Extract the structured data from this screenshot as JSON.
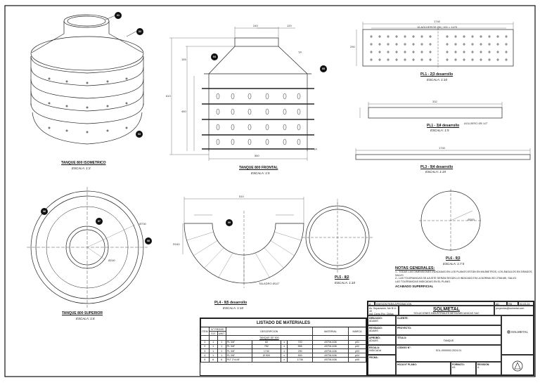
{
  "views": {
    "iso": {
      "title": "TANQUE 800 ISOMETRICO",
      "scale": "ESCALA: 1:3"
    },
    "front": {
      "title": "TANQUE 800 FRONTAL",
      "scale": "ESCALA: 1:5"
    },
    "top": {
      "title": "TANQUE 800 SUPERIOR",
      "scale": "ESCALA: 1:6"
    },
    "pl1": {
      "title": "PL1 - 2|3 desarrollo",
      "scale": "ESCALA: 1:10"
    },
    "pl2": {
      "title": "PL1 - 3|4 desarrollo",
      "scale": "ESCALA: 1:5"
    },
    "pl3": {
      "title": "PL3 - 9|4 desarrollo",
      "scale": "ESCALA: 1:15"
    },
    "pl4": {
      "title": "PL4 - 9|5 desarrollo",
      "scale": "ESCALA: 1:10"
    },
    "pl5": {
      "title": "PL5 - 8|2",
      "scale": "ESCALA: 1:10"
    },
    "pl6": {
      "title": "PL6 - 9|3",
      "scale": "ESCALA: 1:7.5"
    }
  },
  "dims": {
    "f_top": "240",
    "f_top2": "120",
    "f_h1": "155",
    "f_total": "610",
    "f_h2": "450",
    "f_bot": "560",
    "f_tp1": "TP.",
    "f_tp2": "TP.",
    "r_w": "1740",
    "r_holes": "16 AGUJEROS Ø8 | 100 = 1470",
    "r_h": "290",
    "s_w": "332",
    "s_note": "AGUJERO Ø5 1/2\"",
    "l_w": "1740",
    "t_d1": "Ø730",
    "t_d2": "Ø240",
    "a_w": "510",
    "a_r": "R240",
    "a_note": "TALADRO Ø1/2\"",
    "c_d": "Ø300"
  },
  "callouts": [
    "01",
    "02",
    "03",
    "04",
    "05",
    "06",
    "07",
    "08",
    "09"
  ],
  "notes": {
    "heading": "NOTAS GENERALES:",
    "lines": [
      "1.- TODAS LAS DIMENSIONES INDICADAS EN LOS PLANOS ESTÁN EN MILÍMETROS, LOS ÁNGULOS EN GRADOS, SALVO",
      "2.- LAS TOLERANCIAS DE AJUSTE SERÁN SEGÚN LO INDICADO EN LA NORMA ISO 2768-MK, SALVO",
      "     LAS TOLERANCIAS INDICADAS EN EL PLANO."
    ],
    "finish": "ACABADO SUPERFICIAL"
  },
  "materials": {
    "caption": "LISTADO DE MATERIALES",
    "headers": {
      "item": "ITEM",
      "pieces": "N° PIEZAS",
      "tot": "TOT",
      "unit": "UNIT",
      "desc": "DESCRIPCION",
      "material": "MATERIAL",
      "brand": "MARCA"
    },
    "group": "TANQUE DE 500",
    "rows": [
      {
        "item": "1",
        "tot": "1",
        "unit": "1",
        "desc": "PL 3/8\"",
        "d1": "60",
        "x": "x",
        "d2": "720",
        "mat": "ASTM-A36",
        "mark": "p01"
      },
      {
        "item": "2",
        "tot": "1",
        "unit": "1",
        "desc": "PL 3/8\"",
        "d1": "752",
        "x": "x",
        "d2": "556",
        "mat": "ASTM-A36",
        "mark": "p02"
      },
      {
        "item": "3",
        "tot": "1",
        "unit": "1",
        "desc": "PL 3/8\"",
        "d1": "1740",
        "x": "x",
        "d2": "290",
        "mat": "ASTM-A36",
        "mark": "p03"
      },
      {
        "item": "4",
        "tot": "1",
        "unit": "1",
        "desc": "PL 3/8\"",
        "d1": "Ø 909",
        "x": "x",
        "d2": "500",
        "mat": "ASTM-A36",
        "mark": "p04"
      },
      {
        "item": "5",
        "tot": "6",
        "unit": "6",
        "desc": "PLT 2\"x1/8\"",
        "d1": "",
        "x": "x",
        "d2": "1738",
        "mat": "ASTM-A36",
        "mark": "p05"
      }
    ]
  },
  "titleblock": {
    "rev_label": "A",
    "rev_desc": "EMISION PARA APROBACION",
    "rev_by": "AD",
    "rev_chk": "RB",
    "rev_date": "02-03-24",
    "company": "SOLMETAL",
    "company_sub": "SOLUCIONES INDUSTRIALES METALMECANICAS SAC",
    "email": "proyectos@solmetal.com",
    "address": "Av. Separación, Mz B Lt. 40",
    "address2": "Ind. Cerro Río, Chilca",
    "brand": "SOLMETAL",
    "drawn_k": "DIBUJADO:",
    "drawn_v": "ADAMS",
    "checked_k": "REVISADO:",
    "checked_v": "ADAMS",
    "approved_k": "APROBÓ:",
    "approved_v": "ADAMS",
    "client_k": "CLIENTE:",
    "client_v": "",
    "project_k": "PROYECTO:",
    "project_v": "",
    "title_k": "TÍTULO:",
    "title_v": "TANQUE",
    "scale_k": "ESCALA:",
    "scale_v": "INDICADA",
    "code_k": "CÓDIGO N°:",
    "code_v": "SOL-0000002-2024-01",
    "date_k": "FECHA:",
    "sheet_k": "HOJA N° PLANO:",
    "format_k": "FORMATO:",
    "format_v": "A3",
    "rev_k": "REVISIÓN:",
    "rev_v": "A"
  }
}
